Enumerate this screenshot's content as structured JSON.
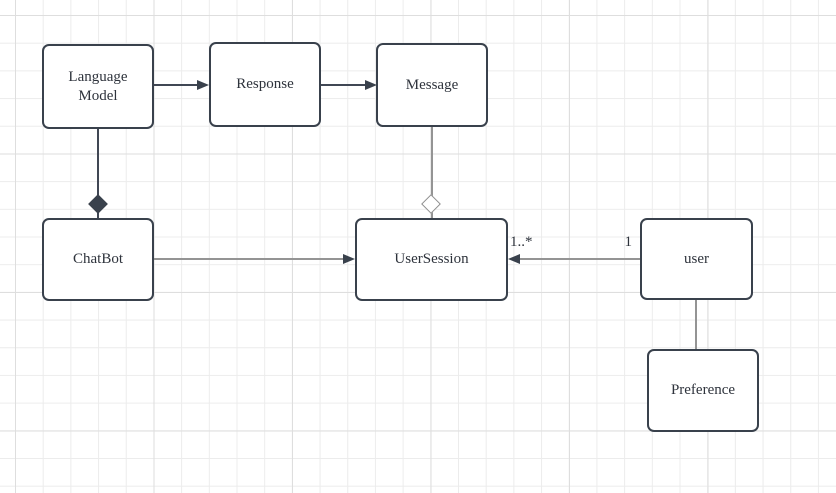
{
  "canvas": {
    "background_color": "#ffffff",
    "grid_minor_color": "#ececec",
    "grid_major_color": "#dedede",
    "node_border_color": "#39414c",
    "node_fill_color": "#ffffff",
    "dark_line_color": "#404754",
    "gray_line_color": "#949494",
    "text_color": "#2e333c"
  },
  "nodes": [
    {
      "id": "language-model",
      "label": "Language\nModel"
    },
    {
      "id": "response",
      "label": "Response"
    },
    {
      "id": "message",
      "label": "Message"
    },
    {
      "id": "chatbot",
      "label": "ChatBot"
    },
    {
      "id": "user-session",
      "label": "UserSession"
    },
    {
      "id": "user",
      "label": "user"
    },
    {
      "id": "preference",
      "label": "Preference"
    }
  ],
  "edges": [
    {
      "from": "Language Model",
      "to": "Response",
      "type": "directed-arrow"
    },
    {
      "from": "Response",
      "to": "Message",
      "type": "directed-arrow"
    },
    {
      "from": "Language Model",
      "to": "ChatBot",
      "type": "composition",
      "diamond_at": "ChatBot"
    },
    {
      "from": "Message",
      "to": "UserSession",
      "type": "aggregation",
      "diamond_at": "UserSession"
    },
    {
      "from": "ChatBot",
      "to": "UserSession",
      "type": "directed-arrow"
    },
    {
      "from": "user",
      "to": "UserSession",
      "type": "directed-arrow",
      "source_label": "1",
      "target_label": "1..*"
    },
    {
      "from": "user",
      "to": "Preference",
      "type": "plain-line"
    }
  ]
}
